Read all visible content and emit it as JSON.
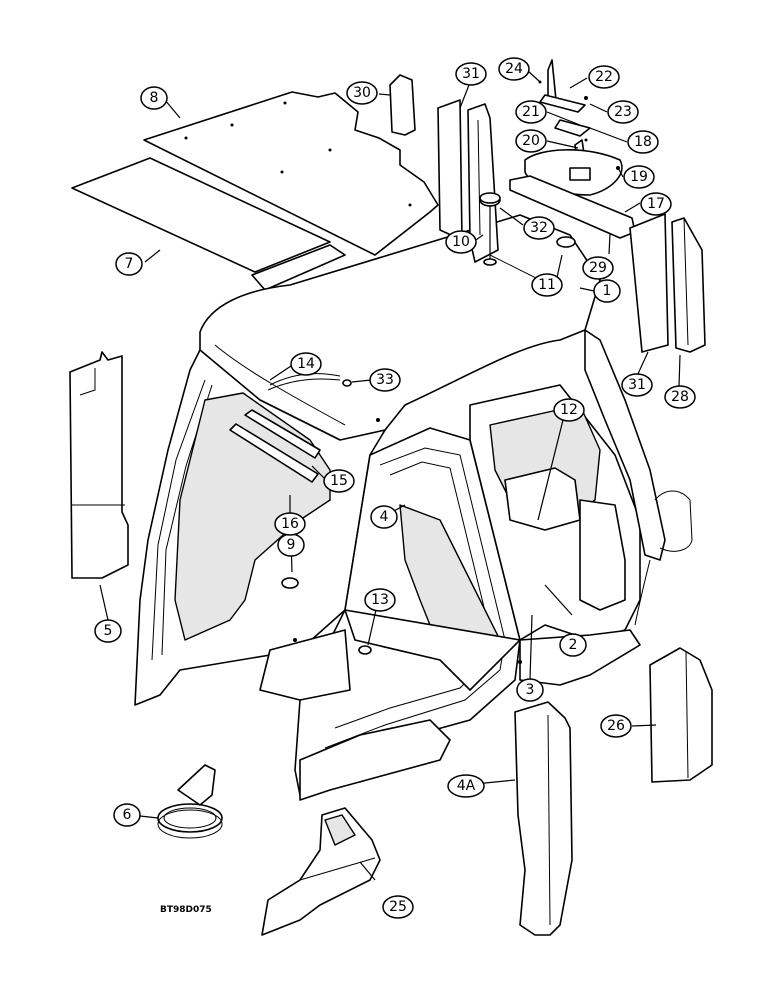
{
  "figure": {
    "drawing_code": "BT98D075"
  },
  "callouts": [
    {
      "id": "c1",
      "label": "1"
    },
    {
      "id": "c2",
      "label": "2"
    },
    {
      "id": "c3",
      "label": "3"
    },
    {
      "id": "c4",
      "label": "4"
    },
    {
      "id": "c4a",
      "label": "4A"
    },
    {
      "id": "c5",
      "label": "5"
    },
    {
      "id": "c6",
      "label": "6"
    },
    {
      "id": "c7",
      "label": "7"
    },
    {
      "id": "c8",
      "label": "8"
    },
    {
      "id": "c9",
      "label": "9"
    },
    {
      "id": "c10",
      "label": "10"
    },
    {
      "id": "c11",
      "label": "11"
    },
    {
      "id": "c12",
      "label": "12"
    },
    {
      "id": "c13",
      "label": "13"
    },
    {
      "id": "c14",
      "label": "14"
    },
    {
      "id": "c15",
      "label": "15"
    },
    {
      "id": "c16",
      "label": "16"
    },
    {
      "id": "c17",
      "label": "17"
    },
    {
      "id": "c18",
      "label": "18"
    },
    {
      "id": "c19",
      "label": "19"
    },
    {
      "id": "c20",
      "label": "20"
    },
    {
      "id": "c21",
      "label": "21"
    },
    {
      "id": "c22",
      "label": "22"
    },
    {
      "id": "c23",
      "label": "23"
    },
    {
      "id": "c24",
      "label": "24"
    },
    {
      "id": "c25",
      "label": "25"
    },
    {
      "id": "c26",
      "label": "26"
    },
    {
      "id": "c28",
      "label": "28"
    },
    {
      "id": "c29",
      "label": "29"
    },
    {
      "id": "c30",
      "label": "30"
    },
    {
      "id": "c31a",
      "label": "31"
    },
    {
      "id": "c31b",
      "label": "31"
    },
    {
      "id": "c32",
      "label": "32"
    },
    {
      "id": "c33",
      "label": "33"
    }
  ]
}
